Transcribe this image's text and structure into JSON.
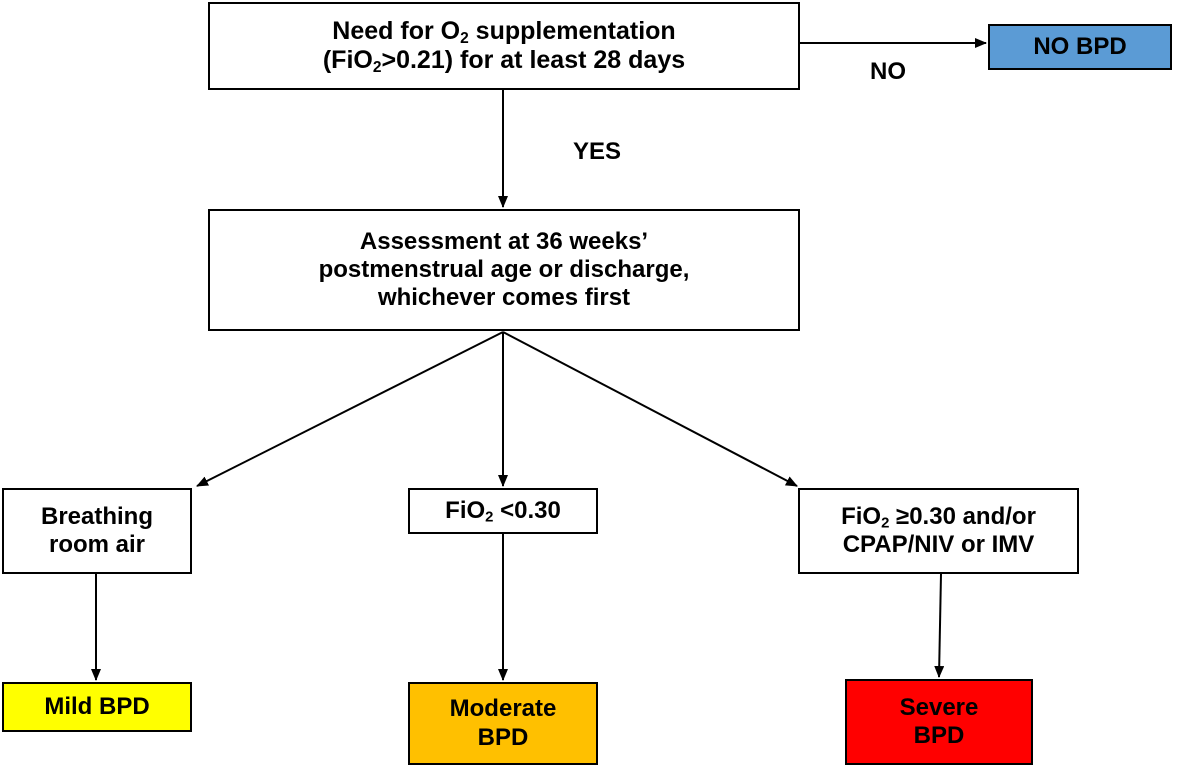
{
  "top_box": {
    "line1_pre": "Need for O",
    "line1_sub": "2",
    "line1_post": " supplementation",
    "line2_pre": "(FiO",
    "line2_sub": "2",
    "line2_post": ">0.21) for at least 28 days"
  },
  "no_label": "NO",
  "yes_label": "YES",
  "no_bpd": {
    "text": "NO BPD",
    "color": "#5b9bd5"
  },
  "assessment_box": {
    "line1": "Assessment at 36 weeks’",
    "line2": "postmenstrual age or discharge,",
    "line3": "whichever comes first"
  },
  "criteria": {
    "room_air": {
      "line1": "Breathing",
      "line2": "room air"
    },
    "fio2_low": {
      "pre": "FiO",
      "sub": "2",
      "post": " <0.30"
    },
    "fio2_high": {
      "pre": "FiO",
      "sub": "2",
      "post": " ≥0.30 and/or",
      "line2": "CPAP/NIV or IMV"
    }
  },
  "outcomes": {
    "mild": {
      "text": "Mild BPD",
      "color": "#ffff00"
    },
    "moderate": {
      "line1": "Moderate",
      "line2": "BPD",
      "color": "#ffc000"
    },
    "severe": {
      "line1": "Severe",
      "line2": "BPD",
      "color": "#ff0000"
    }
  }
}
